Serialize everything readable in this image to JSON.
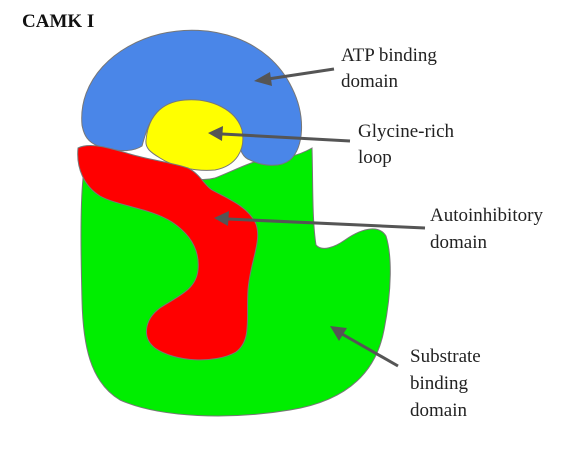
{
  "title": "CAMK I",
  "colors": {
    "atp_domain": "#4a86e8",
    "glycine_loop": "#ffff00",
    "autoinhibitory": "#ff0000",
    "substrate": "#00ee00",
    "arrow": "#555555"
  },
  "labels": {
    "atp": [
      "ATP binding",
      "domain"
    ],
    "glycine": [
      "Glycine-rich",
      "loop"
    ],
    "autoinhibitory": [
      "Autoinhibitory",
      "domain"
    ],
    "substrate": [
      "Substrate",
      "binding",
      "domain"
    ]
  }
}
